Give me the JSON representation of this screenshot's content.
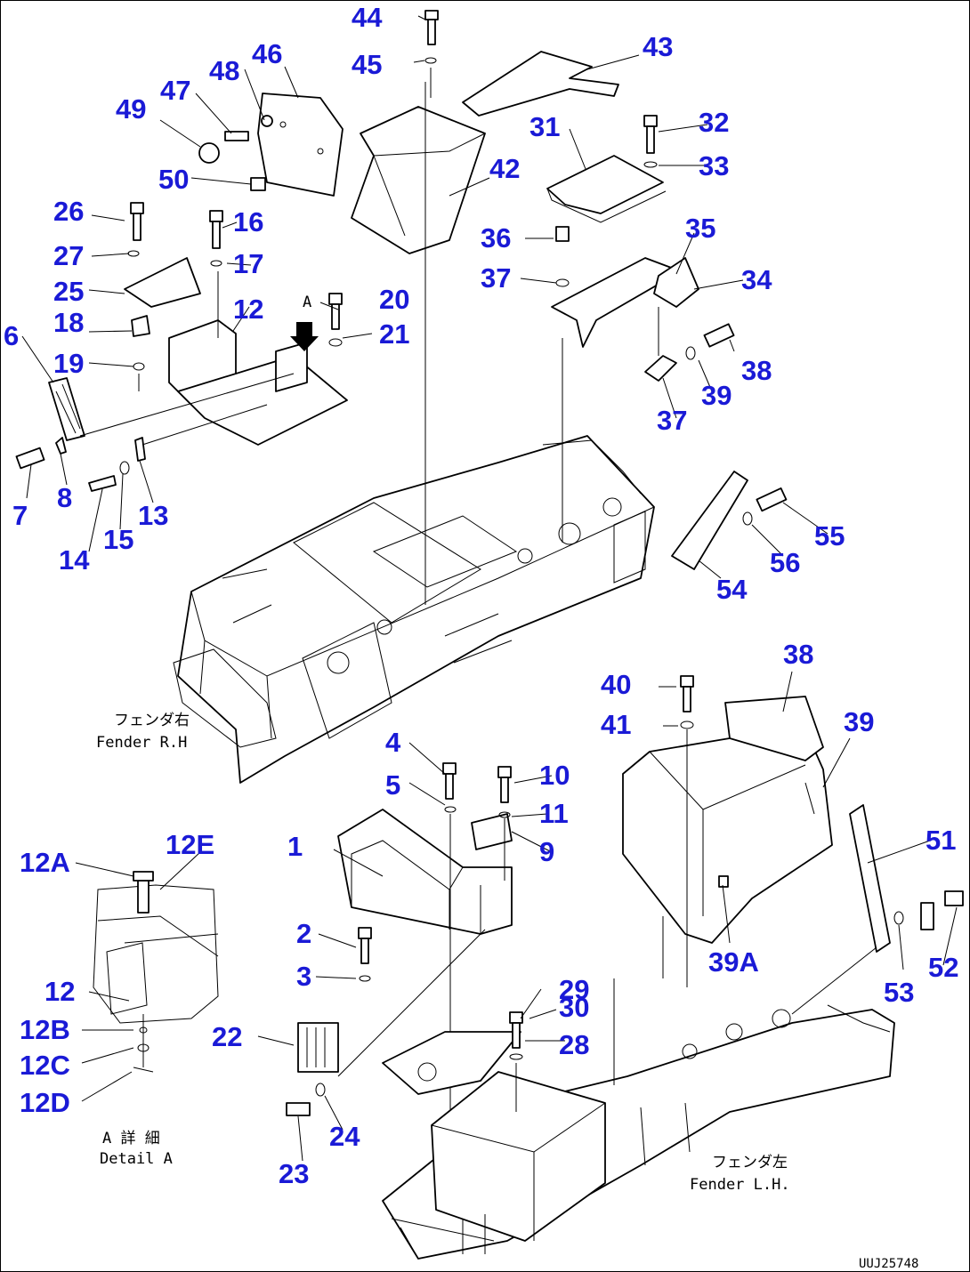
{
  "callouts": [
    "1",
    "2",
    "3",
    "4",
    "5",
    "6",
    "7",
    "8",
    "9",
    "10",
    "11",
    "12",
    "12A",
    "12B",
    "12C",
    "12D",
    "12E",
    "13",
    "14",
    "15",
    "16",
    "17",
    "18",
    "19",
    "20",
    "21",
    "22",
    "23",
    "24",
    "25",
    "26",
    "27",
    "28",
    "29",
    "30",
    "31",
    "32",
    "33",
    "34",
    "35",
    "36",
    "37",
    "38",
    "39",
    "39A",
    "40",
    "41",
    "42",
    "43",
    "44",
    "45",
    "46",
    "47",
    "48",
    "49",
    "50",
    "51",
    "52",
    "53",
    "54",
    "55",
    "56"
  ],
  "captions": {
    "fender_rh_jp": "フェンダ右",
    "fender_rh_en": "Fender R.H",
    "fender_lh_jp": "フェンダ左",
    "fender_lh_en": "Fender L.H.",
    "detail_a_jp": "A 詳 細",
    "detail_a_en": "Detail A",
    "view_marker": "A"
  },
  "drawing_code": "UUJ25748",
  "colors": {
    "callout": "#1a1ad6",
    "line": "#000000",
    "background": "#ffffff"
  }
}
